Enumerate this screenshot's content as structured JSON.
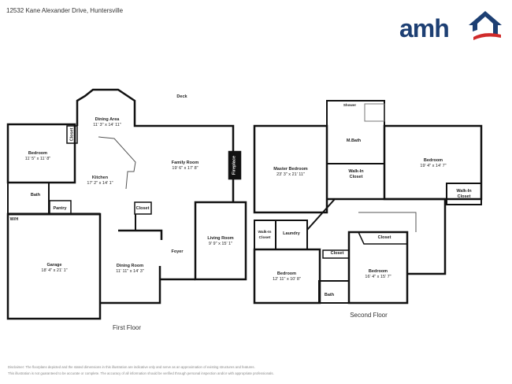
{
  "address": "12532 Kane Alexander Drive, Huntersville",
  "logo": {
    "text": "amh",
    "colors": {
      "blue": "#1d3f73",
      "red": "#d02a2a"
    }
  },
  "first_floor": {
    "title": "First Floor",
    "rooms": [
      {
        "name": "Deck",
        "dims": ""
      },
      {
        "name": "Dining Area",
        "dims": "11' 3\" x 14' 11\""
      },
      {
        "name": "Bedroom",
        "dims": "11' 5\" x 11' 8\""
      },
      {
        "name": "Closet",
        "dims": ""
      },
      {
        "name": "Kitchen",
        "dims": "17' 2\" x 14' 1\""
      },
      {
        "name": "Family Room",
        "dims": "19' 6\" x 17' 8\""
      },
      {
        "name": "Fireplace",
        "dims": ""
      },
      {
        "name": "Bath",
        "dims": ""
      },
      {
        "name": "Pantry",
        "dims": ""
      },
      {
        "name": "Closet",
        "dims": ""
      },
      {
        "name": "W/H",
        "dims": ""
      },
      {
        "name": "Living Room",
        "dims": "9' 9\" x 15' 1\""
      },
      {
        "name": "Foyer",
        "dims": ""
      },
      {
        "name": "Garage",
        "dims": "18' 4\" x 21' 1\""
      },
      {
        "name": "Dining Room",
        "dims": "11' 11\" x 14' 3\""
      }
    ]
  },
  "second_floor": {
    "title": "Second Floor",
    "rooms": [
      {
        "name": "Shower",
        "dims": ""
      },
      {
        "name": "M.Bath",
        "dims": ""
      },
      {
        "name": "Master Bedroom",
        "dims": "23' 3\" x 21' 11\""
      },
      {
        "name": "Walk-In Closet",
        "dims": ""
      },
      {
        "name": "Bedroom",
        "dims": "19' 4\" x 14' 7\""
      },
      {
        "name": "Walk-In Closet",
        "dims": ""
      },
      {
        "name": "Walk-In Closet",
        "dims": ""
      },
      {
        "name": "Laundry",
        "dims": ""
      },
      {
        "name": "Closet",
        "dims": ""
      },
      {
        "name": "Closet",
        "dims": ""
      },
      {
        "name": "Bedroom",
        "dims": "12' 11\" x 10' 8\""
      },
      {
        "name": "Bedroom",
        "dims": "16' 4\" x 15' 7\""
      },
      {
        "name": "Bath",
        "dims": ""
      }
    ]
  },
  "disclaimer": [
    "Disclaimer: The floorplans depicted and the stated dimensions in this illustration are indicative only and serve as an approximation of existing structures and features.",
    "This illustration is not guaranteed to be accurate or complete. The accuracy of all information should be verified through personal inspection and/or with appropriate professionals."
  ]
}
